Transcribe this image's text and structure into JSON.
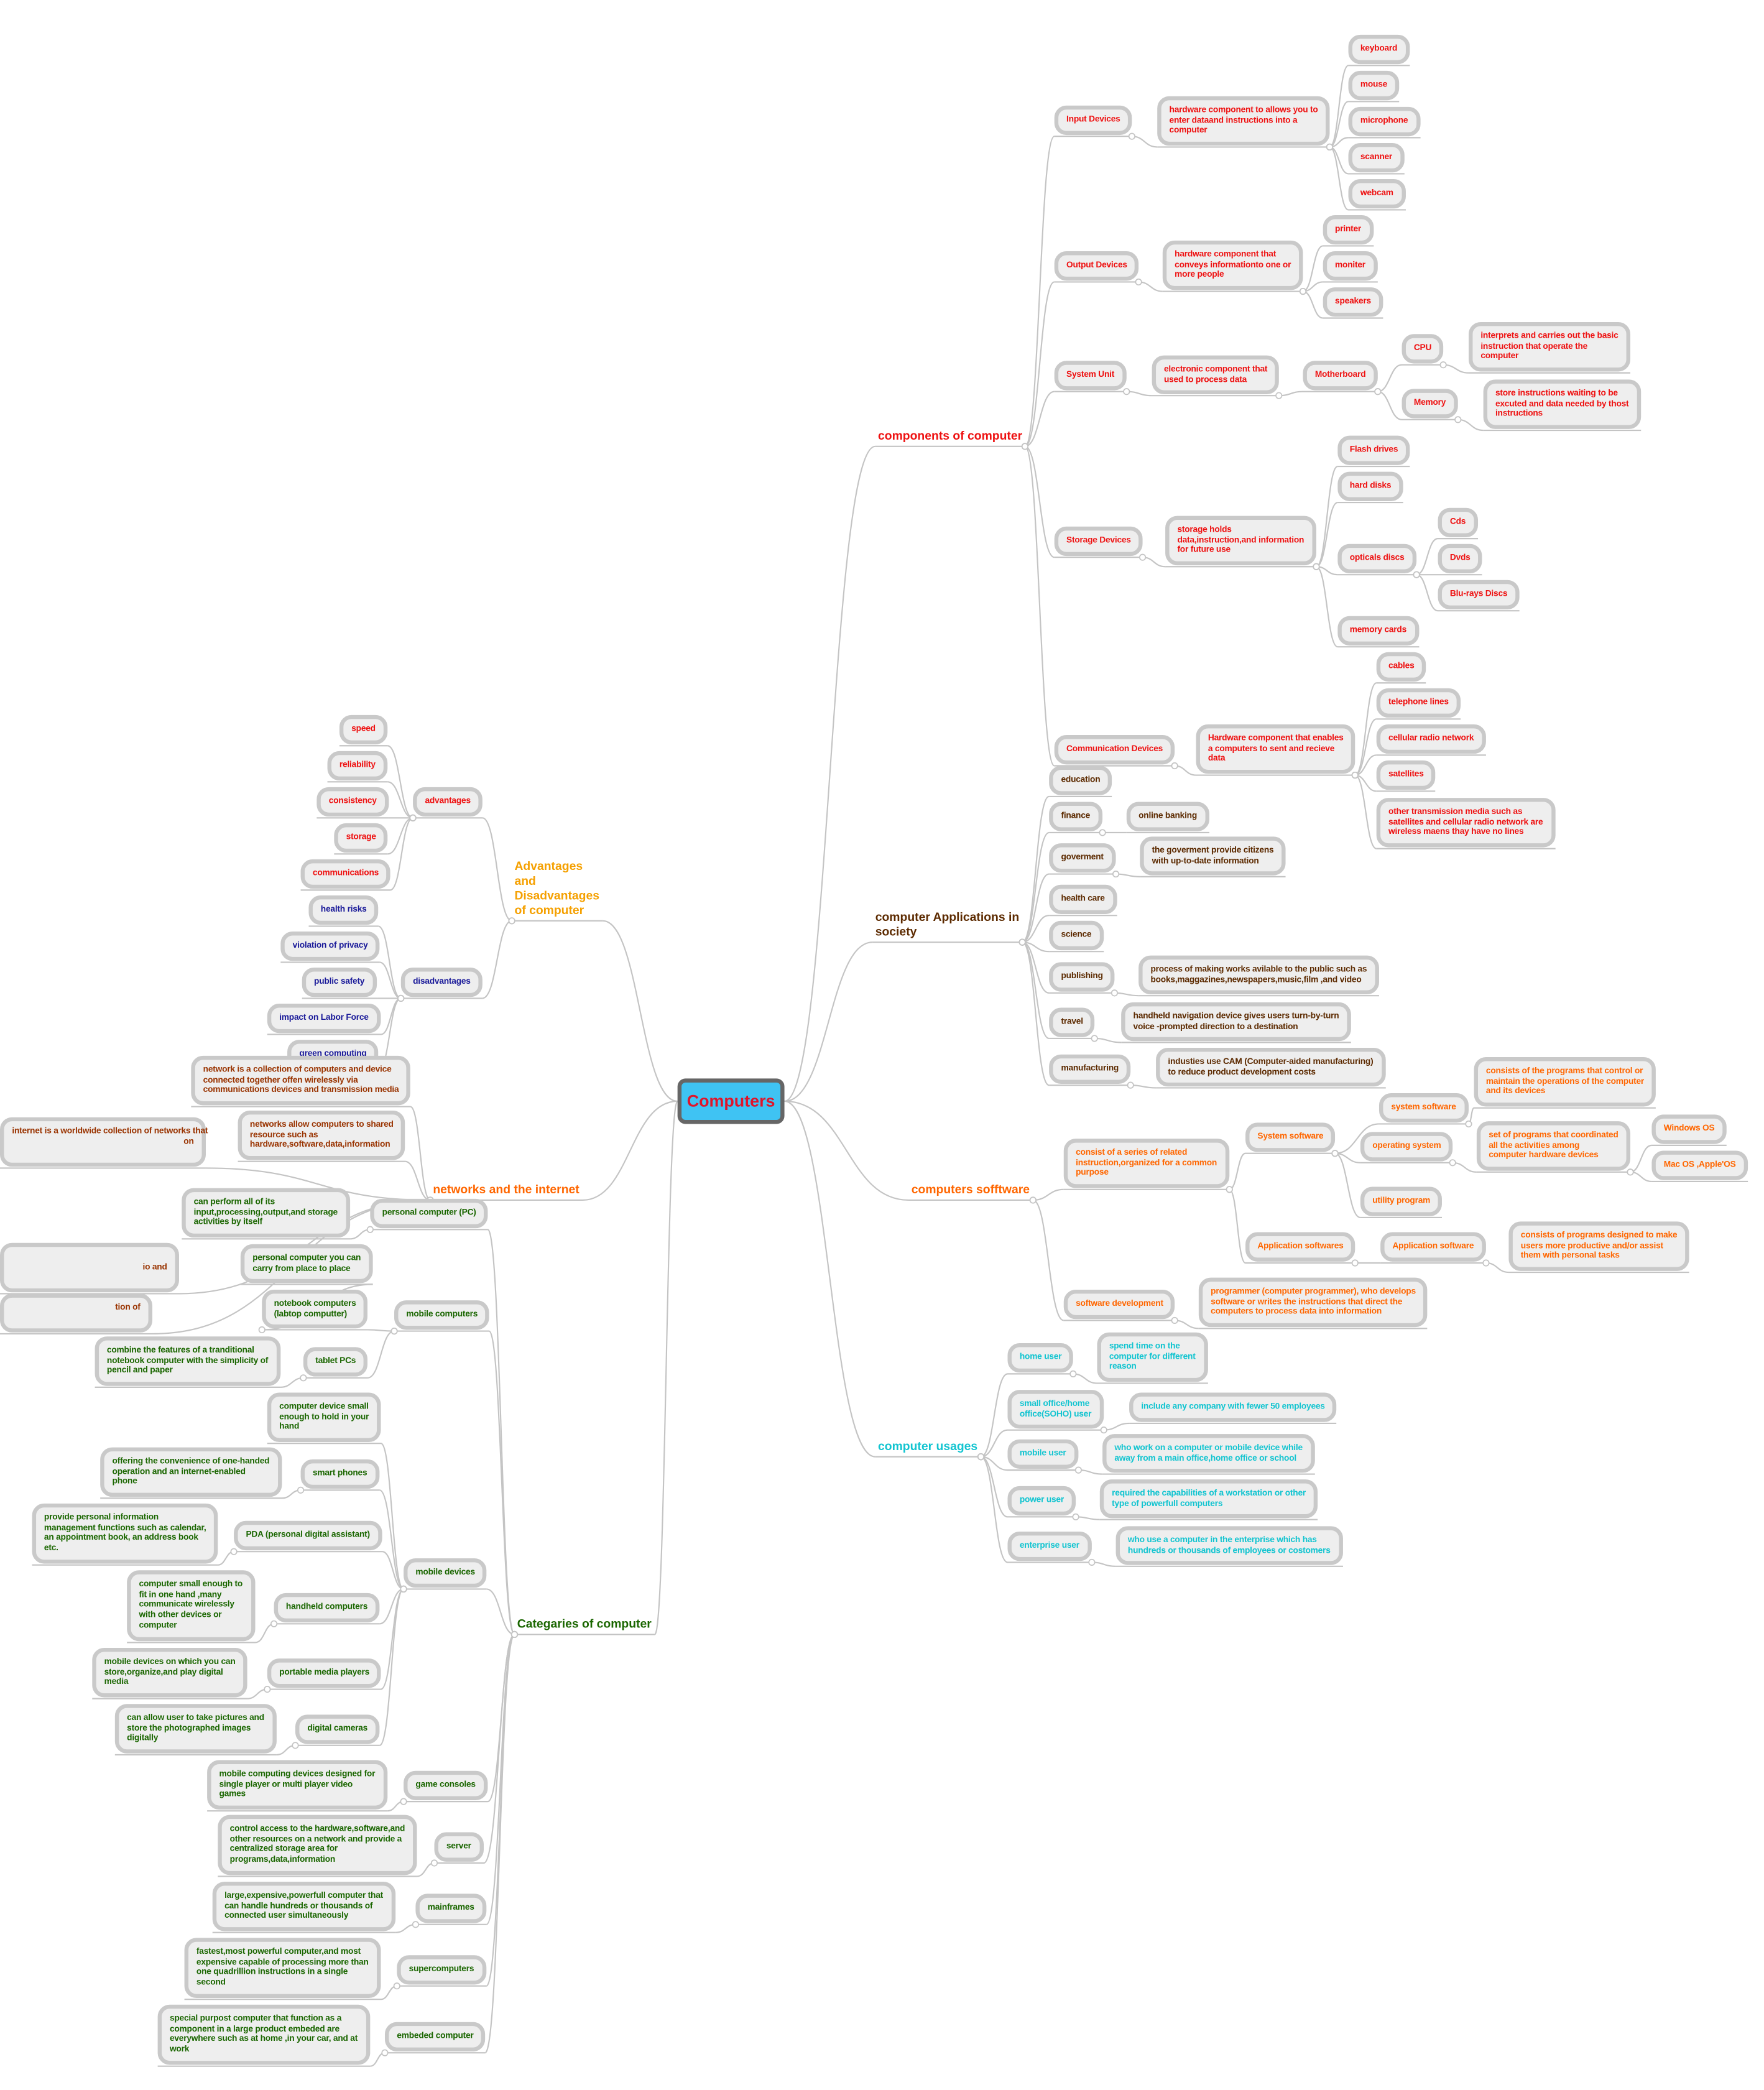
{
  "root": {
    "label": "Computers",
    "fill": "#3fc3f3",
    "text_color": "#e0142a"
  },
  "branches": [
    {
      "label": "components of computer",
      "side": "right",
      "color": "#ee1111",
      "children": [
        {
          "label": "Input Devices",
          "children": [
            {
              "label": "hardware component to allows you to\nenter dataand instructions into a\ncomputer",
              "children": [
                {
                  "label": "keyboard"
                },
                {
                  "label": "mouse"
                },
                {
                  "label": "microphone"
                },
                {
                  "label": "scanner"
                },
                {
                  "label": "webcam"
                }
              ]
            }
          ]
        },
        {
          "label": "Output Devices",
          "children": [
            {
              "label": "hardware component that\nconveys informationto one or\nmore people",
              "children": [
                {
                  "label": "printer"
                },
                {
                  "label": "moniter"
                },
                {
                  "label": "speakers"
                }
              ]
            }
          ]
        },
        {
          "label": "System Unit",
          "children": [
            {
              "label": "electronic component that\nused to process data",
              "children": [
                {
                  "label": "Motherboard",
                  "children": [
                    {
                      "label": "CPU",
                      "children": [
                        {
                          "label": "interprets and carries out the basic\ninstruction that operate the\ncomputer"
                        }
                      ]
                    },
                    {
                      "label": "Memory",
                      "children": [
                        {
                          "label": "store instructions waiting to be\nexcuted and data needed by thost\ninstructions"
                        }
                      ]
                    }
                  ]
                }
              ]
            }
          ]
        },
        {
          "label": "Storage Devices",
          "children": [
            {
              "label": "storage holds\ndata,instruction,and information\nfor future use",
              "children": [
                {
                  "label": "Flash drives"
                },
                {
                  "label": "hard disks"
                },
                {
                  "label": "opticals discs",
                  "children": [
                    {
                      "label": "Cds"
                    },
                    {
                      "label": "Dvds"
                    },
                    {
                      "label": "Blu-rays Discs"
                    }
                  ]
                },
                {
                  "label": "memory cards"
                }
              ]
            }
          ]
        },
        {
          "label": "Communication Devices",
          "children": [
            {
              "label": "Hardware component that enables\na computers to sent and recieve\ndata",
              "children": [
                {
                  "label": "cables"
                },
                {
                  "label": "telephone lines"
                },
                {
                  "label": "cellular radio network"
                },
                {
                  "label": "satellites"
                },
                {
                  "label": "other transmission media such as\nsatellites and cellular radio network are\nwireless maens thay have no lines"
                }
              ]
            }
          ]
        }
      ]
    },
    {
      "label": "computer Applications in\nsociety",
      "side": "right",
      "color": "#5c2a00",
      "children": [
        {
          "label": "education"
        },
        {
          "label": "finance",
          "children": [
            {
              "label": "online banking"
            }
          ]
        },
        {
          "label": "goverment",
          "children": [
            {
              "label": "the goverment provide citizens\nwith up-to-date information"
            }
          ]
        },
        {
          "label": "health care"
        },
        {
          "label": "science"
        },
        {
          "label": "publishing",
          "children": [
            {
              "label": "process of making works avilable to the public such as\nbooks,maggazines,newspapers,music,film ,and video"
            }
          ]
        },
        {
          "label": "travel",
          "children": [
            {
              "label": "handheld navigation device gives users turn-by-turn\nvoice -prompted direction to a destination"
            }
          ]
        },
        {
          "label": "manufacturing",
          "children": [
            {
              "label": "industies use CAM (Computer-aided manufacturing)\nto reduce product development costs"
            }
          ]
        }
      ]
    },
    {
      "label": "computers sofftware",
      "side": "right",
      "color": "#ff6600",
      "children": [
        {
          "label": "consist of a series of related\ninstruction,organized for a common\npurpose",
          "children": [
            {
              "label": "System software",
              "children": [
                {
                  "label": "system software",
                  "children": [
                    {
                      "label": "consists of the programs that control or\nmaintain the operations of the computer\nand its devices"
                    }
                  ]
                },
                {
                  "label": "operating system",
                  "children": [
                    {
                      "label": "set of programs that coordinated\nall the activities among\ncomputer hardware devices",
                      "children": [
                        {
                          "label": "Windows OS"
                        },
                        {
                          "label": "Mac OS ,Apple'OS"
                        }
                      ]
                    }
                  ]
                },
                {
                  "label": "utility program"
                }
              ]
            },
            {
              "label": "Application softwares",
              "children": [
                {
                  "label": "Application software",
                  "children": [
                    {
                      "label": "consists of programs designed to make\nusers more productive and/or assist\nthem with personal tasks"
                    }
                  ]
                }
              ]
            }
          ]
        },
        {
          "label": "software development",
          "children": [
            {
              "label": "programmer (computer programmer), who develops\nsoftware or writes the instructions that direct the\ncomputers to process data into information"
            }
          ]
        }
      ]
    },
    {
      "label": "computer usages",
      "side": "right",
      "color": "#11c4d0",
      "children": [
        {
          "label": "home user",
          "children": [
            {
              "label": "spend time on the\ncomputer for different\nreason"
            }
          ]
        },
        {
          "label": "small office/home\noffice(SOHO) user",
          "children": [
            {
              "label": "include any company with fewer 50 employees"
            }
          ]
        },
        {
          "label": "mobile user",
          "children": [
            {
              "label": "who work on a computer or mobile device while\naway from a main office,home office or school"
            }
          ]
        },
        {
          "label": "power user",
          "children": [
            {
              "label": "required the capabilities of a workstation or other\ntype of powerfull computers"
            }
          ]
        },
        {
          "label": "enterprise user",
          "children": [
            {
              "label": "who use a computer in the enterprise which has\nhundreds or thousands of employees or costomers"
            }
          ]
        }
      ]
    },
    {
      "label": "Advantages\nand\nDisadvantages\nof computer",
      "side": "left",
      "color": "#f5a000",
      "children": [
        {
          "label": "advantages",
          "color": "#ee1111",
          "children": [
            {
              "label": "speed"
            },
            {
              "label": "reliability"
            },
            {
              "label": "consistency"
            },
            {
              "label": "storage"
            },
            {
              "label": "communications"
            }
          ]
        },
        {
          "label": "disadvantages",
          "color": "#1a1a99",
          "children": [
            {
              "label": "health risks"
            },
            {
              "label": "violation of privacy"
            },
            {
              "label": "public safety"
            },
            {
              "label": "impact on Labor Force"
            },
            {
              "label": "green computing"
            }
          ]
        }
      ]
    },
    {
      "label": "networks and the internet",
      "side": "left",
      "color": "#ff6600",
      "child_color": "#993300",
      "children": [
        {
          "label": "network is a collection of computers and device\nconnected together offen wirelessly via\ncommunications devices and transmission media"
        },
        {
          "label": "networks allow computers to shared\nresource such as\nhardware,software,data,information"
        },
        {
          "label": "internet is a worldwide collection of networks that\non\n "
        },
        {
          "label": " \nio and\n "
        },
        {
          "label": "tion of\n "
        }
      ]
    },
    {
      "label": "Categaries of computer",
      "side": "left",
      "color": "#1a6600",
      "children": [
        {
          "label": "personal computer (PC)",
          "children": [
            {
              "label": "can perform all of its\ninput,processing,output,and storage\nactivities by itself"
            }
          ]
        },
        {
          "label": "mobile computers",
          "children": [
            {
              "label": "notebook computers\n(labtop computter)",
              "children": [
                {
                  "label": "personal computer you can\ncarry from place to place"
                }
              ]
            },
            {
              "label": "tablet PCs",
              "children": [
                {
                  "label": "combine the features of a tranditional\nnotebook computer with the simplicity of\npencil and paper"
                }
              ]
            }
          ]
        },
        {
          "label": "mobile devices",
          "children": [
            {
              "label": "computer device small\nenough to hold in your\nhand"
            },
            {
              "label": "smart phones",
              "children": [
                {
                  "label": "offering the convenience of one-handed\noperation and an internet-enabled\nphone"
                }
              ]
            },
            {
              "label": "PDA (personal digital assistant)",
              "children": [
                {
                  "label": "provide personal information\nmanagement functions such as calendar,\nan appointment book, an address book\netc."
                }
              ]
            },
            {
              "label": "handheld computers",
              "children": [
                {
                  "label": "computer small enough to\nfit in one hand ,many\ncommunicate wirelessly\nwith other devices or\ncomputer"
                }
              ]
            },
            {
              "label": "portable media players",
              "children": [
                {
                  "label": "mobile devices on which you can\nstore,organize,and play digital\nmedia"
                }
              ]
            },
            {
              "label": "digital cameras",
              "children": [
                {
                  "label": "can allow user to take pictures and\nstore the photographed images\ndigitally"
                }
              ]
            }
          ]
        },
        {
          "label": "game consoles",
          "children": [
            {
              "label": "mobile computing devices designed for\nsingle player or multi player video\ngames"
            }
          ]
        },
        {
          "label": "server",
          "children": [
            {
              "label": "control access to the hardware,software,and\nother resources on a network and provide a\ncentralized storage area for\nprograms,data,information"
            }
          ]
        },
        {
          "label": "mainframes",
          "children": [
            {
              "label": "large,expensive,powerfull computer that\ncan handle hundreds or thousands of\nconnected user simultaneously"
            }
          ]
        },
        {
          "label": "supercomputers",
          "children": [
            {
              "label": "fastest,most powerful computer,and most\nexpensive capable of processing more than\none quadrillion instructions in a single\nsecond"
            }
          ]
        },
        {
          "label": "embeded computer",
          "children": [
            {
              "label": "special purpost computer that function as a\ncomponent in a large product embeded are\neverywhere such as at home ,in your car, and at\nwork"
            }
          ]
        }
      ]
    }
  ],
  "colors": {
    "node_fill": "#eeeeee",
    "node_border": "#c9c9c9",
    "edge": "#c4c4c4"
  }
}
